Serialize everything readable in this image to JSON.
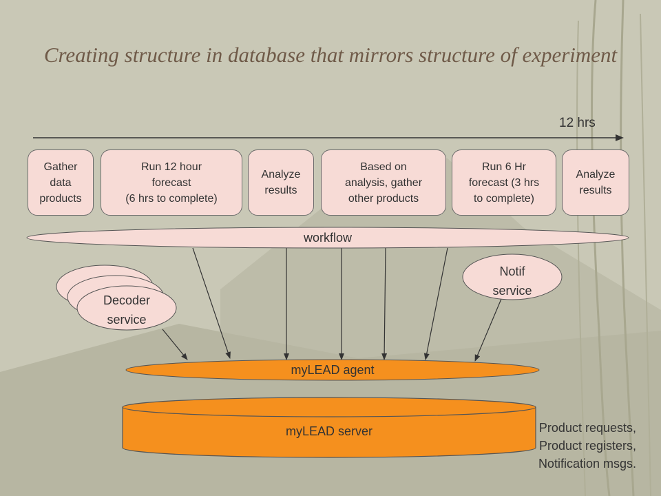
{
  "title": "Creating structure in database that mirrors structure of experiment",
  "timeline_label": "12 hrs",
  "steps": [
    {
      "label": "Gather\ndata\nproducts"
    },
    {
      "label": "Run 12 hour\nforecast\n(6 hrs to complete)"
    },
    {
      "label": "Analyze\nresults"
    },
    {
      "label": "Based on\nanalysis, gather\nother products"
    },
    {
      "label": "Run 6 Hr\nforecast (3 hrs\nto complete)"
    },
    {
      "label": "Analyze\nresults"
    }
  ],
  "workflow_label": "workflow",
  "decoder_label": "Decoder\nservice",
  "notif_label": "Notif\nservice",
  "agent_label": "myLEAD agent",
  "server_label": "myLEAD server",
  "side_note": "Product requests,\nProduct registers,\nNotification msgs.",
  "colors": {
    "step_fill": "#f7dbd6",
    "orange": "#f5901e",
    "title": "#6f5a48"
  }
}
